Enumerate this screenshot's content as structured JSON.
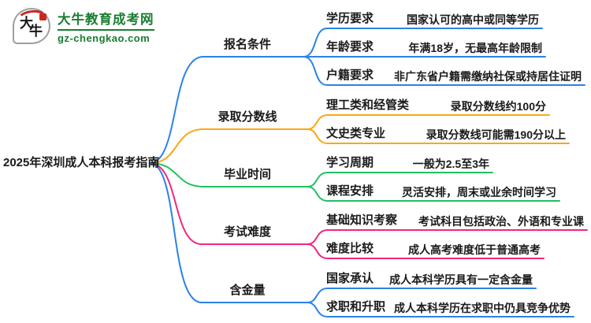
{
  "logo": {
    "name": "大牛教育成考网",
    "domain": "gz-chengkao.com",
    "seal_top": "大",
    "seal_bottom": "牛"
  },
  "root": {
    "label": "2025年深圳成人本科报考指南"
  },
  "branches": [
    {
      "label": "报名条件",
      "color": "#2b82e6",
      "children": [
        {
          "label": "学历要求",
          "value": "国家认可的高中或同等学历"
        },
        {
          "label": "年龄要求",
          "value": "年满18岁，无最高年龄限制"
        },
        {
          "label": "户籍要求",
          "value": "非广东省户籍需缴纳社保或持居住证明"
        }
      ]
    },
    {
      "label": "录取分数线",
      "color": "#f7a815",
      "children": [
        {
          "label": "理工类和经管类",
          "value": "录取分数线约100分"
        },
        {
          "label": "文史类专业",
          "value": "录取分数线可能需190分以上"
        }
      ]
    },
    {
      "label": "毕业时间",
      "color": "#21c160",
      "children": [
        {
          "label": "学习周期",
          "value": "一般为2.5至3年"
        },
        {
          "label": "课程安排",
          "value": "灵活安排，周末或业余时间学习"
        }
      ]
    },
    {
      "label": "考试难度",
      "color": "#f0267e",
      "children": [
        {
          "label": "基础知识考察",
          "value": "考试科目包括政治、外语和专业课"
        },
        {
          "label": "难度比较",
          "value": "成人高考难度低于普通高考"
        }
      ]
    },
    {
      "label": "含金量",
      "color": "#2b82e6",
      "children": [
        {
          "label": "国家承认",
          "value": "成人本科学历具有一定含金量"
        },
        {
          "label": "求职和升职",
          "value": "成人本科学历在求职中仍具竞争优势"
        }
      ]
    }
  ]
}
